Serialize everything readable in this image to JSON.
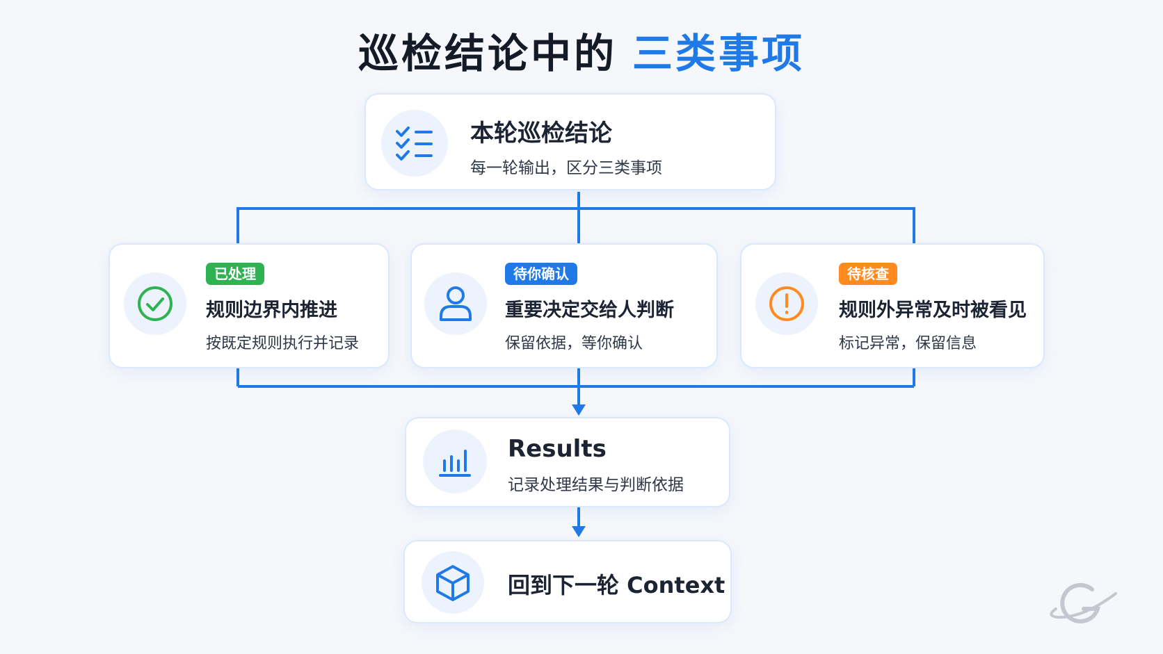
{
  "page_title": {
    "main": "巡检结论中的",
    "highlight": "三类事项"
  },
  "colors": {
    "accent_blue": "#1f7ae8",
    "success_green": "#2fb352",
    "warning_orange": "#ff8a1f",
    "card_border": "#dbe8fb"
  },
  "top_card": {
    "icon": "checklist-icon",
    "title": "本轮巡检结论",
    "subtitle": "每一轮输出，区分三类事项"
  },
  "categories": [
    {
      "badge": "已处理",
      "badge_color": "#2fb352",
      "icon": "check-circle-icon",
      "title": "规则边界内推进",
      "subtitle": "按既定规则执行并记录"
    },
    {
      "badge": "待你确认",
      "badge_color": "#1f7ae8",
      "icon": "user-icon",
      "title": "重要决定交给人判断",
      "subtitle": "保留依据，等你确认"
    },
    {
      "badge": "待核查",
      "badge_color": "#ff8a1f",
      "icon": "alert-circle-icon",
      "title": "规则外异常及时被看见",
      "subtitle": "标记异常，保留信息"
    }
  ],
  "results_card": {
    "icon": "bar-chart-icon",
    "title": "Results",
    "subtitle": "记录处理结果与判断依据"
  },
  "context_card": {
    "icon": "cube-icon",
    "title": "回到下一轮 Context"
  }
}
